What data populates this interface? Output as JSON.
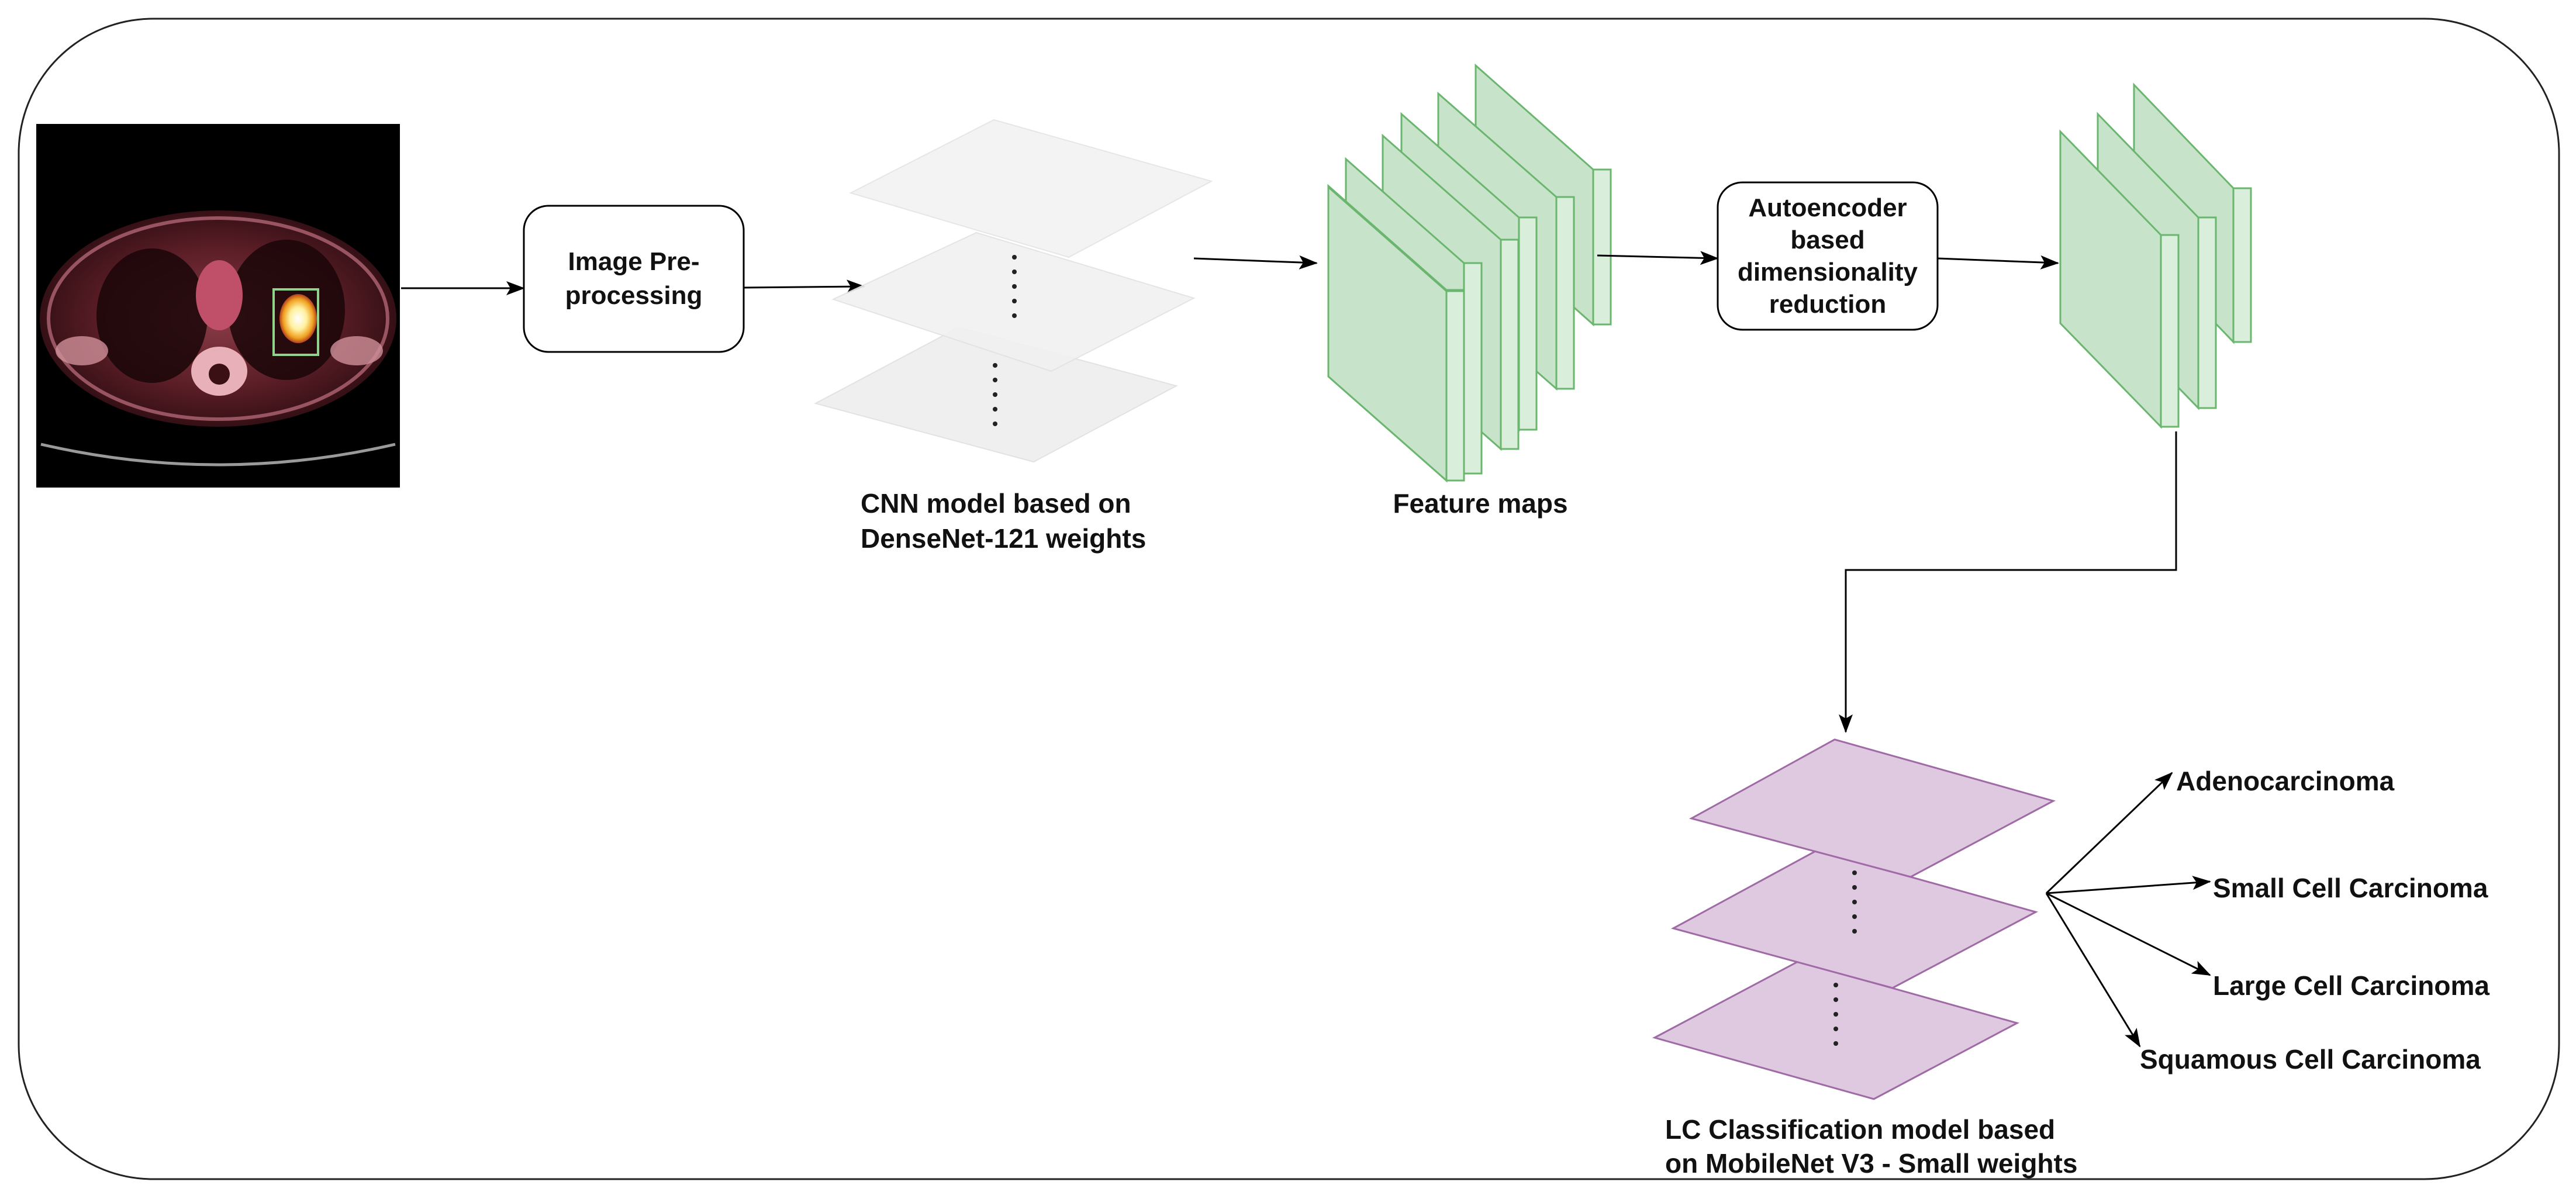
{
  "diagram": {
    "colors": {
      "feature_face": "#c7e3c9",
      "feature_side": "#d9eedb",
      "feature_stroke": "#6ab66e",
      "cnn_plane": "#f1f1f1",
      "cnn_plane_stroke": "#e0e0e0",
      "classifier_plane": "#dfc9e0",
      "classifier_stroke": "#a06aa6",
      "arrow": "#000000",
      "detection_box": "#8fd48a"
    },
    "input_image": {
      "icon": "pet-ct-scan-image"
    },
    "preprocess_box": {
      "line1": "Image Pre-",
      "line2": "processing"
    },
    "cnn": {
      "caption_line1": "CNN model based on",
      "caption_line2": "DenseNet-121 weights"
    },
    "feature_maps": {
      "caption": "Feature maps"
    },
    "autoencoder_box": {
      "line1": "Autoencoder",
      "line2": "based",
      "line3": "dimensionality",
      "line4": "reduction"
    },
    "classifier": {
      "caption_line1": "LC Classification model based",
      "caption_line2": "on MobileNet V3 - Small weights"
    },
    "outputs": [
      "Adenocarcinoma",
      "Small Cell Carcinoma",
      "Large Cell Carcinoma",
      "Squamous Cell Carcinoma"
    ]
  }
}
